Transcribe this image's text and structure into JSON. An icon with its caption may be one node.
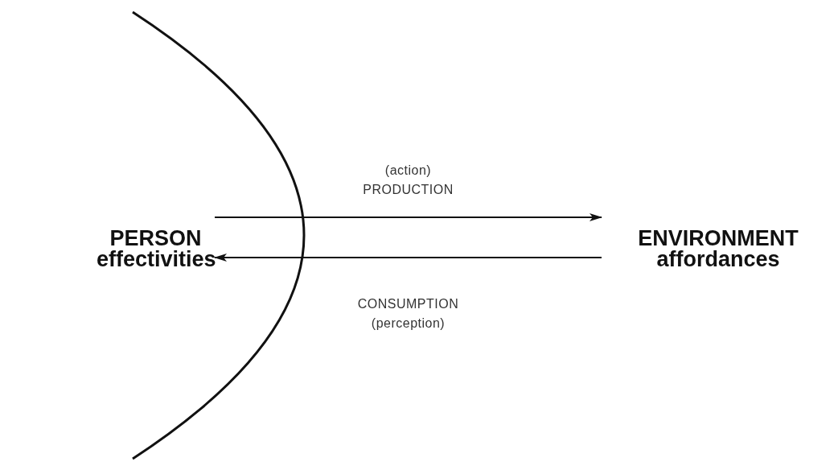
{
  "diagram": {
    "nodes": [
      {
        "text": [
          "PERSON",
          "effectivities"
        ]
      },
      {
        "text": [
          "ENVIRONMENT",
          "affordances"
        ]
      }
    ],
    "edges": [
      {
        "from": 0,
        "to": 1,
        "arrow": "to",
        "label": "(action) PRODUCTION"
      },
      {
        "from": 1,
        "to": 0,
        "arrow": "to",
        "label": "CONSUMPTION (perception)"
      }
    ]
  }
}
